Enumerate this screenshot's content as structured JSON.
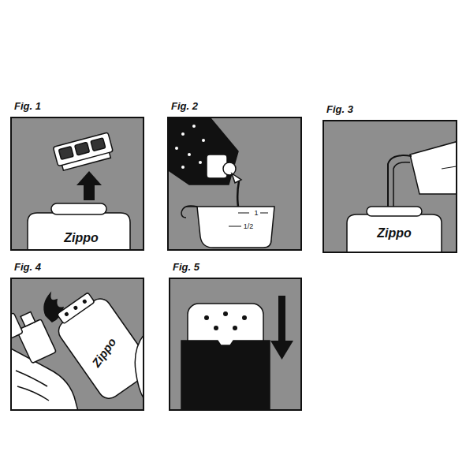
{
  "diagram": {
    "nodes": [
      {
        "text": [
          "Fig. 1",
          "Zippo"
        ]
      },
      {
        "text": [
          "Fig. 2",
          "1",
          "1/2"
        ]
      },
      {
        "text": [
          "Fig. 3",
          "Zippo"
        ]
      },
      {
        "text": [
          "Fig. 4",
          "Zippo"
        ]
      },
      {
        "text": [
          "Fig. 5"
        ]
      }
    ]
  }
}
